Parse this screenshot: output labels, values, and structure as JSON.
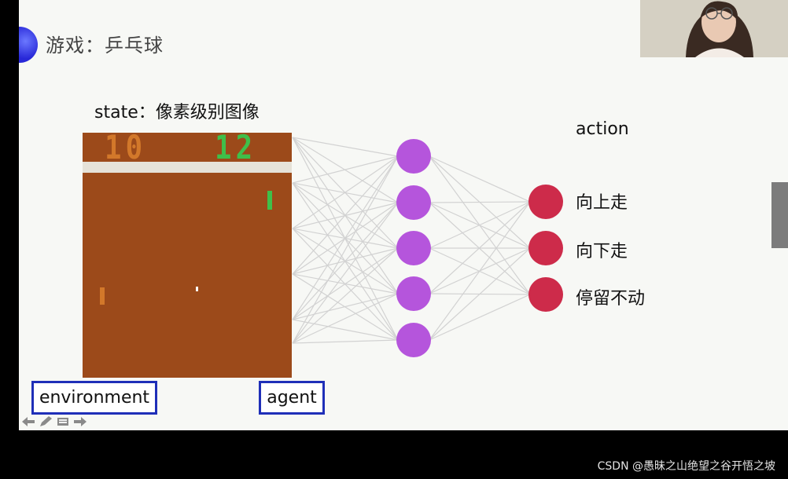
{
  "slide": {
    "title": "游戏：乒乓球",
    "state_label": "state：像素级别图像",
    "action_label": "action",
    "actions": [
      "向上走",
      "向下走",
      "停留不动"
    ],
    "environment_label": "environment",
    "agent_label": "agent"
  },
  "game": {
    "score_left": "10",
    "score_right": "12",
    "score_left_color": "#d2782a",
    "score_right_color": "#3fbf4a",
    "background_color": "#9c4a1a",
    "stripe_color": "#e6e2d8"
  },
  "network": {
    "hidden_color": "#b555dc",
    "output_color": "#cd2b4a"
  },
  "toolbar": {
    "icons": [
      "arrow-left-icon",
      "pen-icon",
      "slides-icon",
      "arrow-right-icon"
    ]
  },
  "watermark": "CSDN @愚昧之山绝望之谷开悟之坡"
}
